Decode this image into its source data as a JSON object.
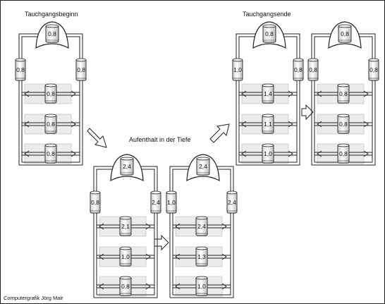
{
  "labels": {
    "start": "Tauchgangsbeginn",
    "depth": "Aufenthalt in der Tiefe",
    "end": "Tauchgangsende",
    "credit": "Computergrafik Jörg Mair"
  },
  "diagrams": [
    {
      "id": "d1",
      "top": "0,8",
      "left": "0,8",
      "right": "0,8",
      "cyl": [
        "0,8",
        "0,8",
        "0,8"
      ]
    },
    {
      "id": "d2",
      "top": "2,4",
      "left": "0,8",
      "right": "2,4",
      "cyl": [
        "2,1",
        "1,0",
        "0,8"
      ]
    },
    {
      "id": "d3",
      "top": "2,4",
      "left": "1,0",
      "right": "2,4",
      "cyl": [
        "2,4",
        "1,3",
        "1,0"
      ]
    },
    {
      "id": "d4",
      "top": "0,8",
      "left": "1,0",
      "right": "0,8",
      "cyl": [
        "1,4",
        "1,1",
        "1,0"
      ]
    },
    {
      "id": "d5",
      "top": "0,8",
      "left": "0,8",
      "right": "0,8",
      "cyl": [
        "0,8",
        "0,8",
        "0,8"
      ]
    }
  ],
  "colors": {
    "line": "#222222",
    "shade": "#e4e4e4",
    "panel": "#ebebeb"
  }
}
